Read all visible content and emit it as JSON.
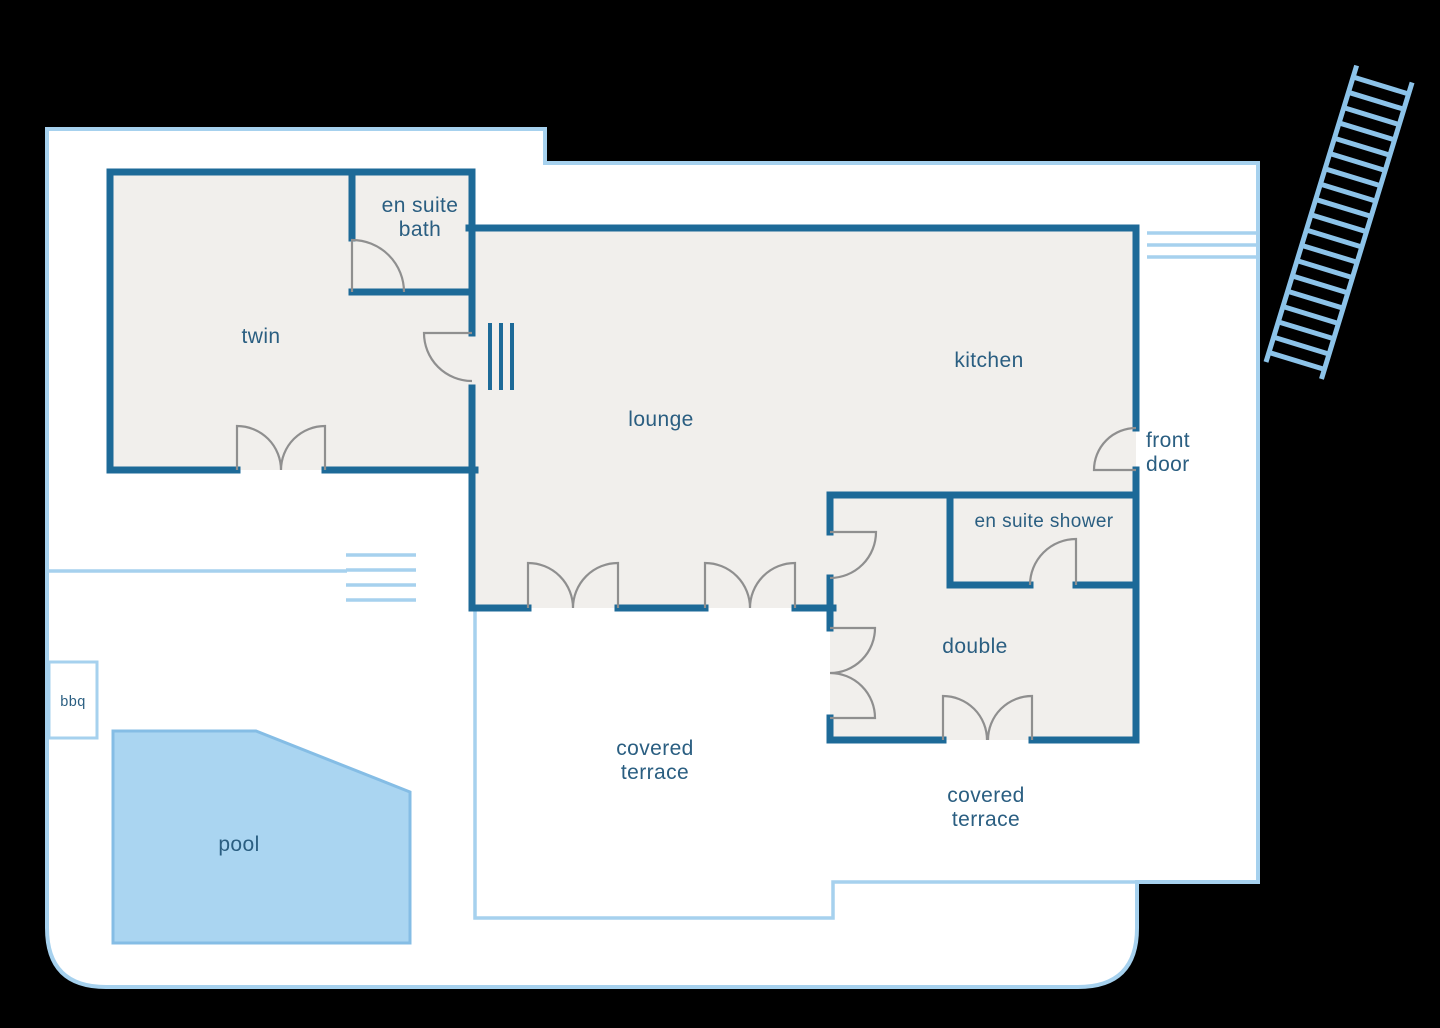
{
  "colors": {
    "background": "#000000",
    "ground": "#ffffff",
    "wall": "#1d6a98",
    "room_fill": "#f1efec",
    "light_blue": "#a6d1ee",
    "ladder_blue": "#8cc3e9",
    "pool_fill": "#aad5f1",
    "pool_stroke": "#85bde5",
    "door": "#8f8f8f",
    "text": "#2a5e81"
  },
  "labels": {
    "twin": "twin",
    "en_suite_bath_1": "en suite",
    "en_suite_bath_2": "bath",
    "lounge": "lounge",
    "kitchen": "kitchen",
    "front_door_1": "front",
    "front_door_2": "door",
    "en_suite_shower": "en suite shower",
    "double": "double",
    "terrace_left_1": "covered",
    "terrace_left_2": "terrace",
    "terrace_right_1": "covered",
    "terrace_right_2": "terrace",
    "pool": "pool",
    "bbq": "bbq"
  }
}
